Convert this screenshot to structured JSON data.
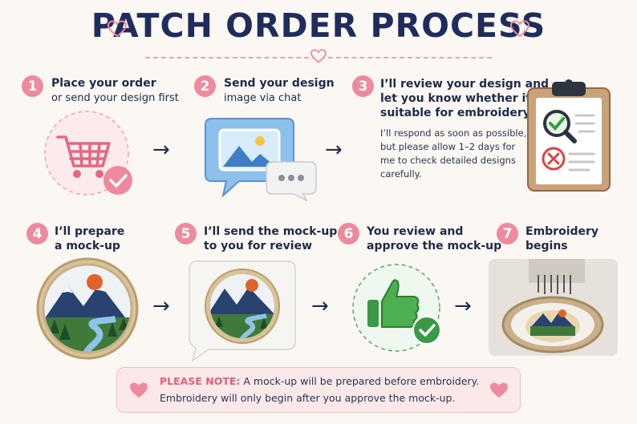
{
  "title": "PATCH ORDER PROCESS",
  "steps": [
    {
      "number": "1",
      "title": "Place your order",
      "subtitle": "or send your design first"
    },
    {
      "number": "2",
      "title": "Send your design",
      "subtitle": "image via chat"
    },
    {
      "number": "3",
      "title_line1": "I’ll review your design and",
      "title_line2": "let you know whether it’s",
      "title_line3": "suitable for embroidery.",
      "body_line1": "I’ll respond as soon as possible,",
      "body_line2": "but please allow 1–2 days for",
      "body_line3": "me to check detailed designs",
      "body_line4": "carefully."
    },
    {
      "number": "4",
      "title_line1": "I’ll prepare",
      "title_line2": "a mock-up"
    },
    {
      "number": "5",
      "title_line1": "I’ll send the mock-up",
      "title_line2": "to you for review"
    },
    {
      "number": "6",
      "title_line1": "You review and",
      "title_line2": "approve the mock-up"
    },
    {
      "number": "7",
      "title_line1": "Embroidery",
      "title_line2": "begins"
    }
  ],
  "arrow_glyph": "→",
  "note": {
    "label": "PLEASE NOTE:",
    "line1": " A mock-up will be prepared before embroidery.",
    "line2": "Embroidery will only begin after you approve the mock-up."
  },
  "colors": {
    "accent_pink": "#ee8a9d",
    "navy": "#1f2d5c",
    "green": "#3a9a45",
    "blue": "#6fa9e0"
  },
  "icons": [
    "heart-icon",
    "cart-icon",
    "check-icon",
    "image-icon",
    "chat-bubble-icon",
    "clipboard-icon",
    "magnifier-icon",
    "x-icon",
    "patch-icon",
    "thumbs-up-icon",
    "embroidery-machine-image"
  ]
}
